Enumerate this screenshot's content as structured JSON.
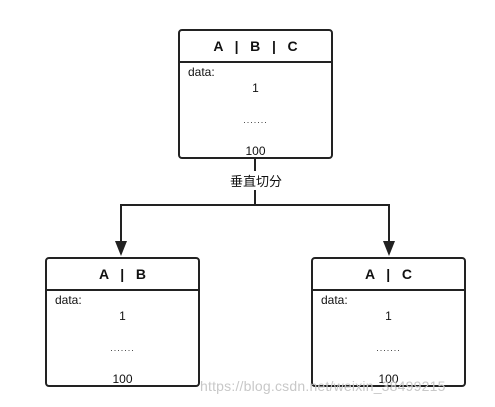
{
  "parent_table": {
    "header": "A   |   B   |   C",
    "data_label": "data:",
    "first_value": "1",
    "ellipsis": ".......",
    "last_value": "100"
  },
  "split_label": "垂直切分",
  "child_left": {
    "header": "A   |   B",
    "data_label": "data:",
    "first_value": "1",
    "ellipsis": ".......",
    "last_value": "100"
  },
  "child_right": {
    "header": "A   |   C",
    "data_label": "data:",
    "first_value": "1",
    "ellipsis": ".......",
    "last_value": "100"
  },
  "watermark": "https://blog.csdn.net/weixin_38499215",
  "colors": {
    "stroke": "#222222",
    "watermark": "#c8c8c8"
  }
}
